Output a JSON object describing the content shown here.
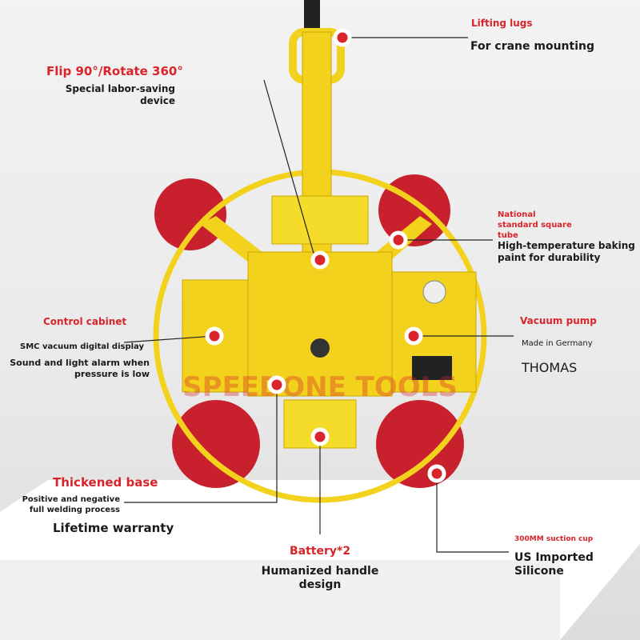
{
  "watermark": "SPEEDONE TOOLS",
  "colors": {
    "accent_red": "#d8242a",
    "frame_yellow": "#f2d21c",
    "suction_cup_red": "#c8202c",
    "text": "#1a1a1a"
  },
  "callouts": {
    "lifting_lugs": {
      "title": "Lifting lugs",
      "desc": "For crane mounting"
    },
    "flip_rotate": {
      "title": "Flip 90°/Rotate 360°",
      "desc_1": "Special labor-saving",
      "desc_2": "device"
    },
    "square_tube": {
      "title_1": "National",
      "title_2": "standard square",
      "title_3": "tube",
      "desc_1": "High-temperature baking",
      "desc_2": "paint for durability"
    },
    "control_cabinet": {
      "title": "Control cabinet",
      "desc": "SMC vacuum digital display",
      "desc2_1": "Sound and light alarm when",
      "desc2_2": "pressure is low"
    },
    "vacuum_pump": {
      "title": "Vacuum pump",
      "desc": "Made in Germany",
      "brand": "THOMAS"
    },
    "base": {
      "title": "Thickened base",
      "desc_1": "Positive and negative",
      "desc_2": "full welding process",
      "desc2": "Lifetime warranty"
    },
    "battery": {
      "title": "Battery*2",
      "desc_1": "Humanized handle",
      "desc_2": "design"
    },
    "suction_cup": {
      "title": "300MM suction cup",
      "desc_1": "US Imported",
      "desc_2": "Silicone"
    }
  }
}
